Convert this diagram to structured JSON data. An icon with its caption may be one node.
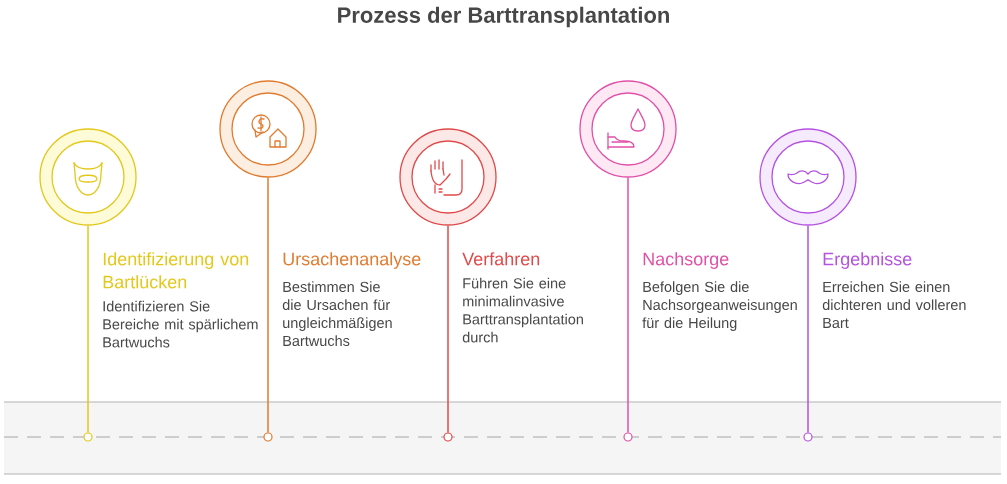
{
  "diagram": {
    "title": "Prozess der Barttransplantation",
    "nodes": [
      {
        "text": [],
        "shape": "circle",
        "beside": [
          "Identifizierung von Bartlücken",
          "Identifizieren Sie Bereiche mit spärlichem Bartwuchs"
        ]
      },
      {
        "text": [],
        "shape": "circle",
        "beside": [
          "Ursachenanalyse",
          "Bestimmen Sie die Ursachen für ungleichmäßigen Bartwuchs"
        ]
      },
      {
        "text": [],
        "shape": "circle",
        "beside": [
          "Verfahren",
          "Führen Sie eine minimalinvasive Barttransplantation durch"
        ]
      },
      {
        "text": [],
        "shape": "circle",
        "beside": [
          "Nachsorge",
          "Befolgen Sie die Nachsorgeanweisungen für die Heilung"
        ]
      },
      {
        "text": [],
        "shape": "circle",
        "beside": [
          "Ergebnisse",
          "Erreichen Sie einen dichteren und volleren Bart"
        ]
      },
      {
        "text": [],
        "shape": "circle"
      },
      {
        "text": [],
        "shape": "circle"
      },
      {
        "text": [],
        "shape": "circle"
      },
      {
        "text": [],
        "shape": "circle"
      },
      {
        "text": [],
        "shape": "circle"
      }
    ],
    "edges": [
      {
        "from": 0,
        "to": 5,
        "arrow": "none",
        "color": "#e3c81a"
      },
      {
        "from": 1,
        "to": 6,
        "arrow": "none",
        "color": "#e07b2f"
      },
      {
        "from": 2,
        "to": 7,
        "arrow": "none",
        "color": "#e04a4a"
      },
      {
        "from": 3,
        "to": 8,
        "arrow": "none",
        "color": "#e050a8"
      },
      {
        "from": 4,
        "to": 9,
        "arrow": "none",
        "color": "#b552e0"
      }
    ]
  }
}
